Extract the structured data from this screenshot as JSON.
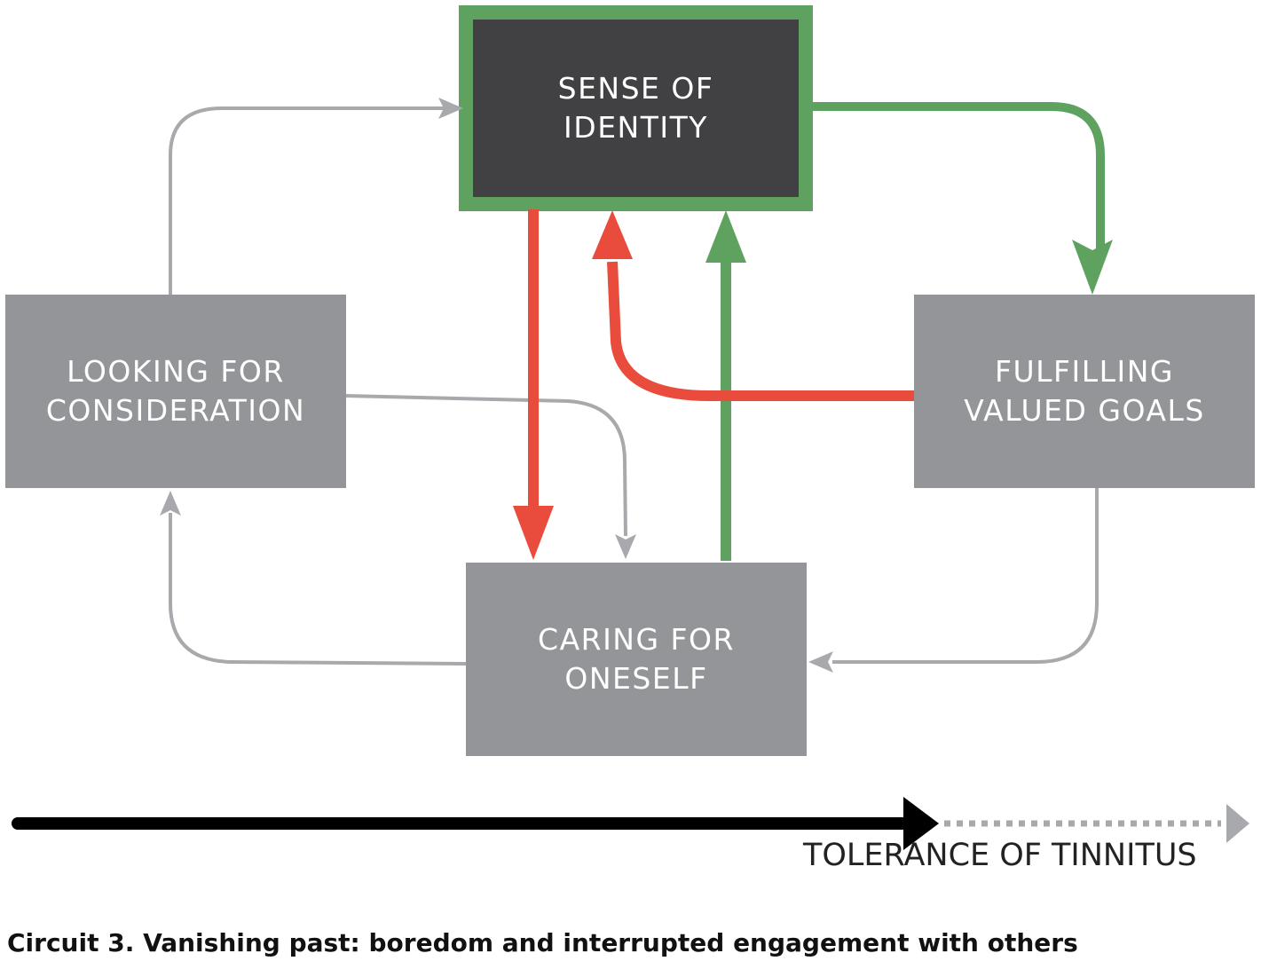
{
  "boxes": {
    "identity": {
      "label": "SENSE OF\nIDENTITY"
    },
    "consideration": {
      "label": "LOOKING FOR\nCONSIDERATION"
    },
    "goals": {
      "label": "FULFILLING\nVALUED GOALS"
    },
    "caring": {
      "label": "CARING FOR\nONESELF"
    }
  },
  "axis": {
    "label": "TOLERANCE OF TINNITUS"
  },
  "caption": "Circuit 3. Vanishing past: boredom and interrupted engagement with others",
  "colors": {
    "box_gray": "#939598",
    "box_dark": "#414042",
    "green": "#5fa260",
    "red": "#e94b3c",
    "arrow_gray": "#a7a9ac",
    "black": "#000000"
  }
}
